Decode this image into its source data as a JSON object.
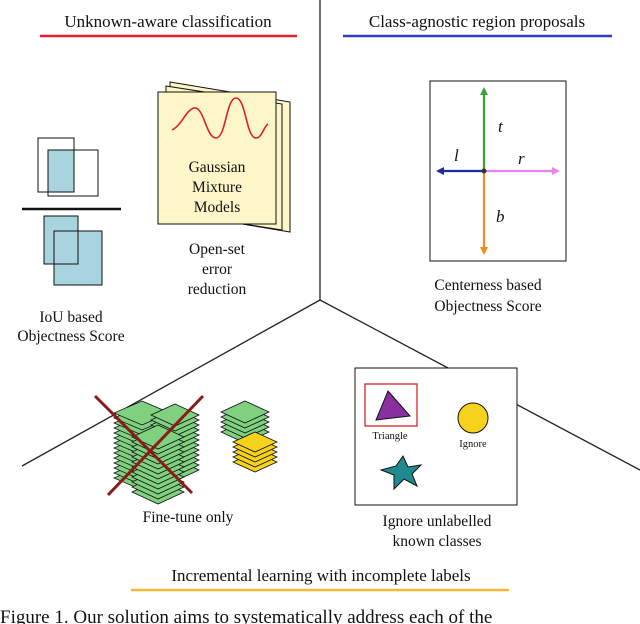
{
  "sections": {
    "unknown_aware": {
      "title": "Unknown-aware classification",
      "color": "#e0202a"
    },
    "class_agnostic": {
      "title": "Class-agnostic region proposals",
      "color": "#2a3fc4"
    },
    "incremental": {
      "title": "Incremental learning with incomplete labels",
      "color": "#f5b82e"
    }
  },
  "iou": {
    "label_lines": [
      "IoU based",
      "Objectness Score"
    ]
  },
  "gmm": {
    "card_lines": [
      "Gaussian",
      "Mixture",
      "Models"
    ],
    "label_lines": [
      "Open-set",
      "error",
      "reduction"
    ]
  },
  "centerness": {
    "symbols": {
      "t": "t",
      "l": "l",
      "r": "r",
      "b": "b"
    },
    "label_lines": [
      "Centerness based",
      "Objectness Score"
    ],
    "colors": {
      "t": "#3aa23a",
      "l": "#1a2a9a",
      "r": "#ee82ee",
      "b": "#f08c1e"
    }
  },
  "finetune": {
    "label": "Fine-tune only"
  },
  "ignore_panel": {
    "triangle_label": "Triangle",
    "ignore_label": "Ignore",
    "label_lines": [
      "Ignore unlabelled",
      "known classes"
    ]
  },
  "caption": "Figure 1. Our solution aims to systematically address each of the"
}
